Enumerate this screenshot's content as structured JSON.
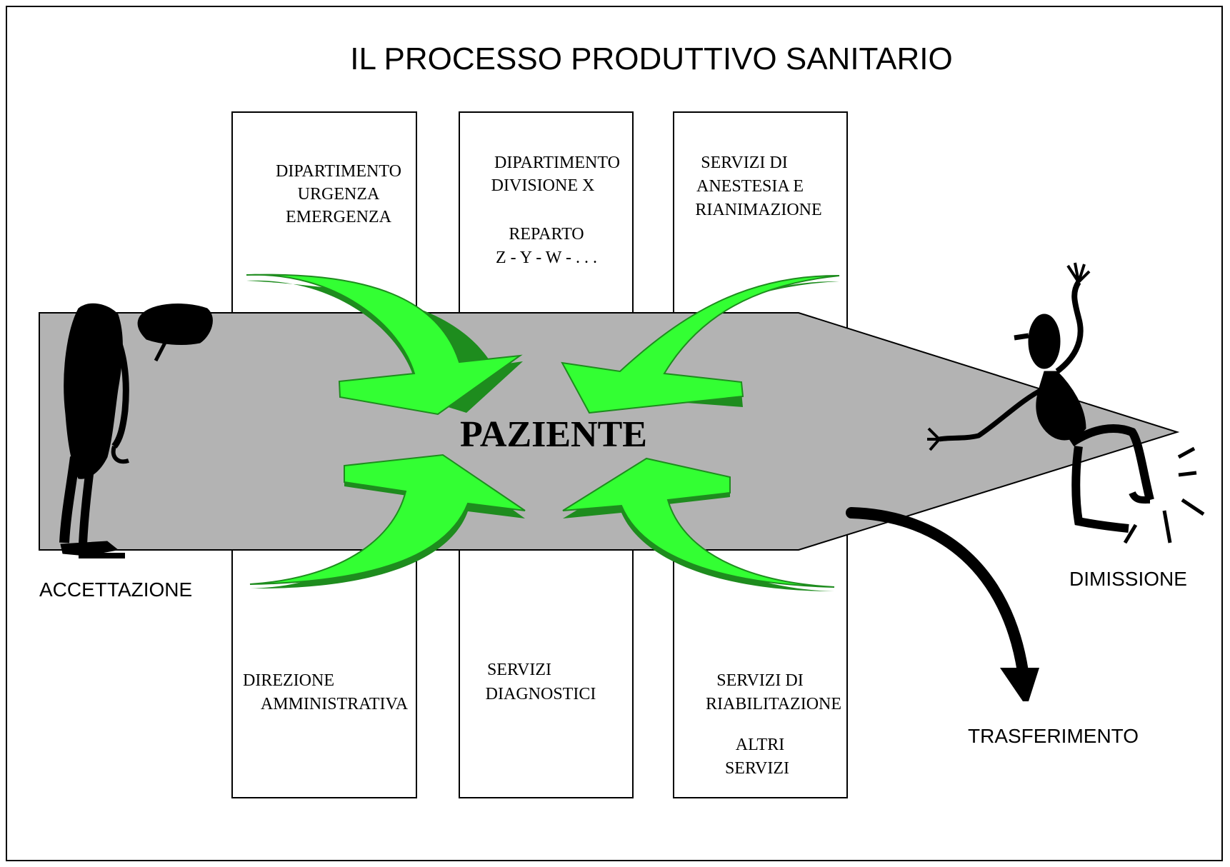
{
  "title": "IL PROCESSO PRODUTTIVO SANITARIO",
  "center_label": "PAZIENTE",
  "top_boxes": [
    {
      "lines": [
        "DIPARTIMENTO",
        "URGENZA",
        "EMERGENZA"
      ]
    },
    {
      "lines": [
        "DIPARTIMENTO",
        "DIVISIONE X",
        "",
        "REPARTO",
        "Z - Y - W - . . ."
      ]
    },
    {
      "lines": [
        "SERVIZI DI",
        "ANESTESIA E",
        "RIANIMAZIONE"
      ]
    }
  ],
  "bottom_boxes": [
    {
      "lines": [
        "DIREZIONE",
        "AMMINISTRATIVA"
      ]
    },
    {
      "lines": [
        "SERVIZI",
        "DIAGNOSTICI"
      ]
    },
    {
      "lines": [
        "SERVIZI DI",
        "RIABILITAZIONE",
        "",
        "ALTRI",
        "SERVIZI"
      ]
    }
  ],
  "labels": {
    "start": "ACCETTAZIONE",
    "end": "DIMISSIONE",
    "transfer": "TRASFERIMENTO"
  },
  "colors": {
    "arrow_light": "#33FF33",
    "arrow_dark": "#1E8C1E",
    "band": "#B3B3B3",
    "ink": "#000000"
  },
  "icons": [
    "sad-patient-icon",
    "happy-patient-icon",
    "transfer-arrow-icon"
  ]
}
